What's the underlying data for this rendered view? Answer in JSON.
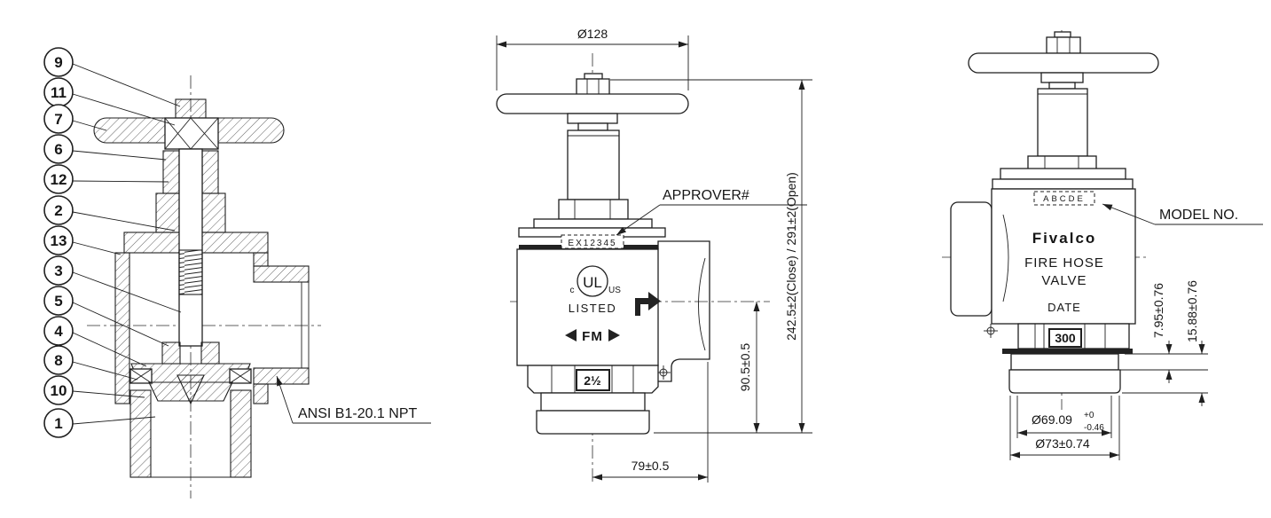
{
  "drawing": {
    "background": "#ffffff",
    "line_color": "#1f1f1f"
  },
  "section_view": {
    "callouts": [
      "9",
      "11",
      "7",
      "6",
      "12",
      "2",
      "13",
      "3",
      "5",
      "4",
      "8",
      "10",
      "1"
    ],
    "thread_note": "ANSI B1-20.1 NPT"
  },
  "front_view": {
    "dim_handwheel_dia": "Ø128",
    "dim_height": "242.5±2(Close) / 291±2(Open)",
    "dim_center_to_base": "90.5±0.5",
    "dim_center_to_face": "79±0.5",
    "approver_label": "APPROVER#",
    "approval_code": "EX12345",
    "ul_c": "c",
    "ul_letters": "UL",
    "ul_us": "US",
    "ul_listed": "LISTED",
    "fm_mark": "FM",
    "size_mark": "2½"
  },
  "side_view": {
    "model_label": "MODEL NO.",
    "model_code": "ABCDE",
    "brand": "Fivalco",
    "product_line1": "FIRE HOSE",
    "product_line2": "VALVE",
    "date_label": "DATE",
    "rating": "300",
    "dim_groove_depth": "7.95±0.76",
    "dim_groove_width": "15.88±0.76",
    "dim_groove_dia": "Ø69.09",
    "dim_groove_tol_top": "+0",
    "dim_groove_tol_bot": "-0.46",
    "dim_outer_dia": "Ø73±0.74"
  }
}
